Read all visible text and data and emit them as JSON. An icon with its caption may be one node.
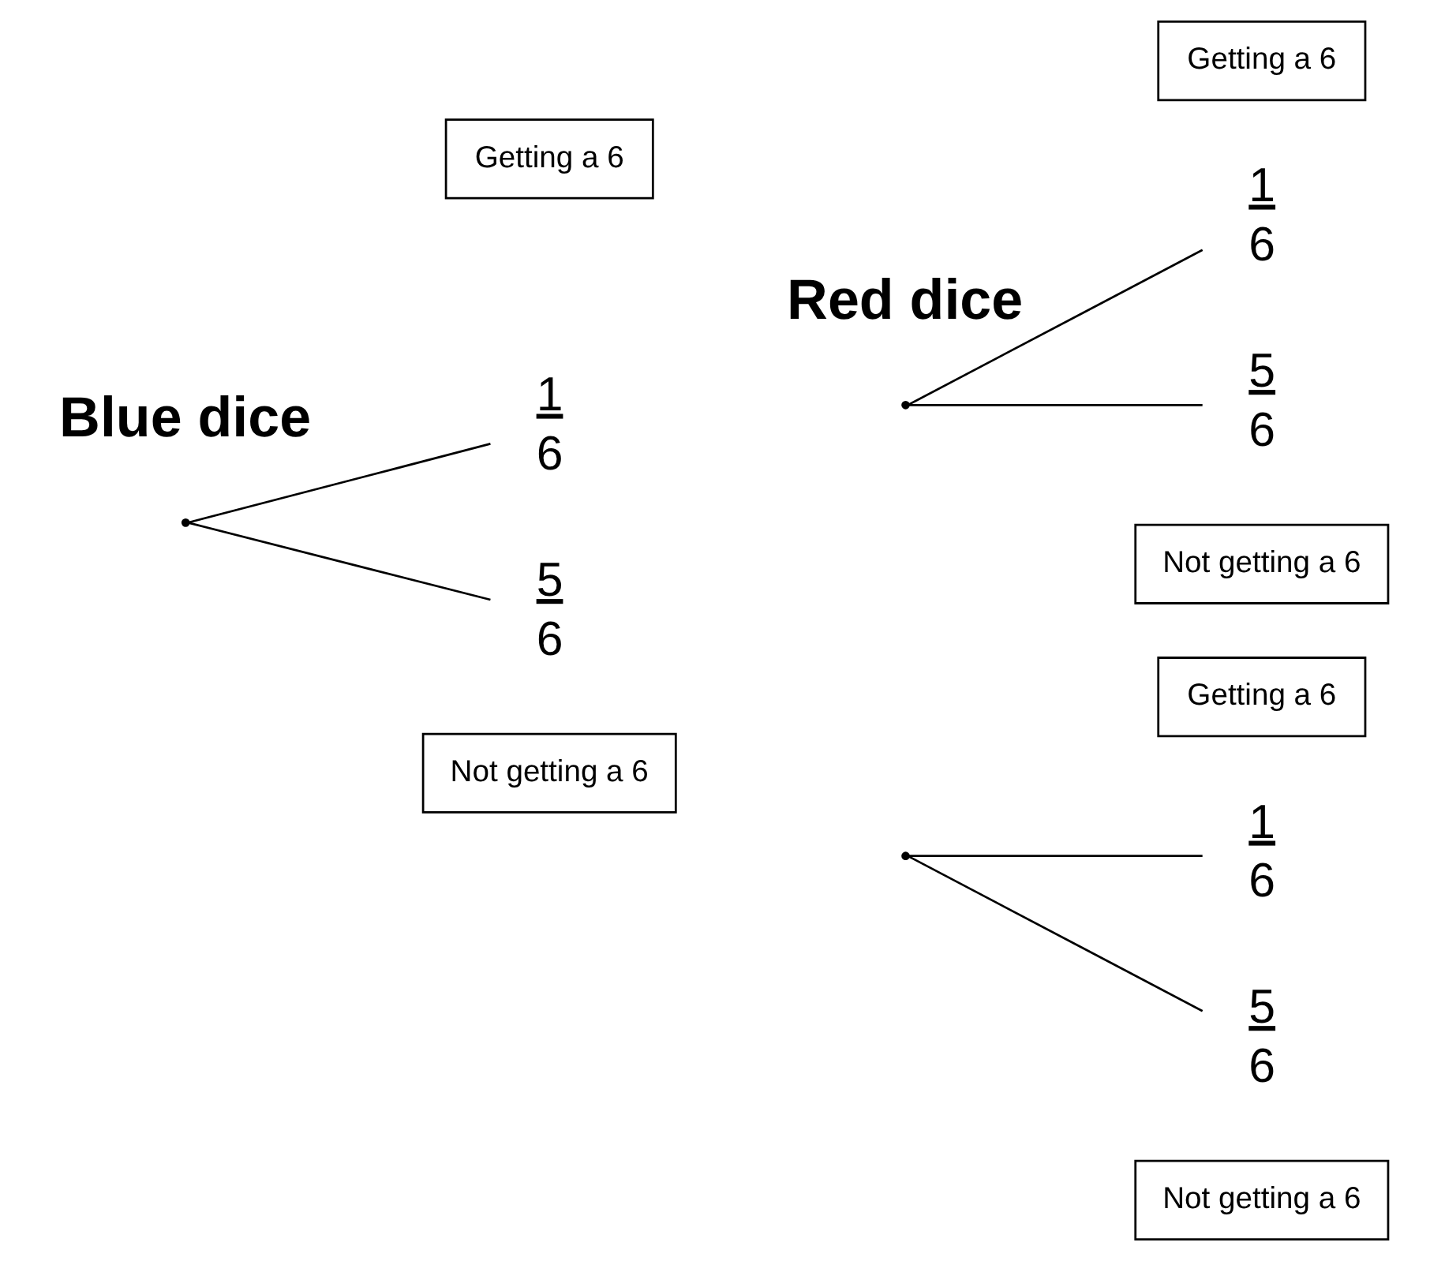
{
  "diagram": {
    "nodes": [
      {
        "text": [
          "Getting a 6"
        ]
      },
      {
        "text": [],
        "shape": "point"
      },
      {
        "text": [
          "1",
          "6"
        ]
      },
      {
        "text": [
          "Not getting a 6"
        ]
      },
      {
        "text": [
          "5",
          "6"
        ]
      },
      {
        "text": [],
        "shape": "point"
      },
      {
        "text": [
          "Getting a 6"
        ]
      },
      {
        "text": [
          "1",
          "6"
        ]
      },
      {
        "text": [
          "Not getting a 6"
        ]
      },
      {
        "text": [
          "5",
          "6"
        ]
      },
      {
        "text": [],
        "shape": "point"
      },
      {
        "text": [
          "Getting a 6"
        ]
      },
      {
        "text": [
          "1",
          "6"
        ]
      },
      {
        "text": [
          "Not getting a 6"
        ]
      },
      {
        "text": [
          "5",
          "6"
        ]
      }
    ],
    "edges": [
      {
        "from": 1,
        "to": 2,
        "arrow": "none"
      },
      {
        "from": 1,
        "to": 4,
        "arrow": "none"
      },
      {
        "from": 5,
        "to": 7,
        "arrow": "none"
      },
      {
        "from": 5,
        "to": 9,
        "arrow": "none"
      },
      {
        "from": 10,
        "to": 12,
        "arrow": "none"
      },
      {
        "from": 10,
        "to": 14,
        "arrow": "none"
      }
    ],
    "labels": [
      "Blue dice",
      "Red dice"
    ]
  }
}
